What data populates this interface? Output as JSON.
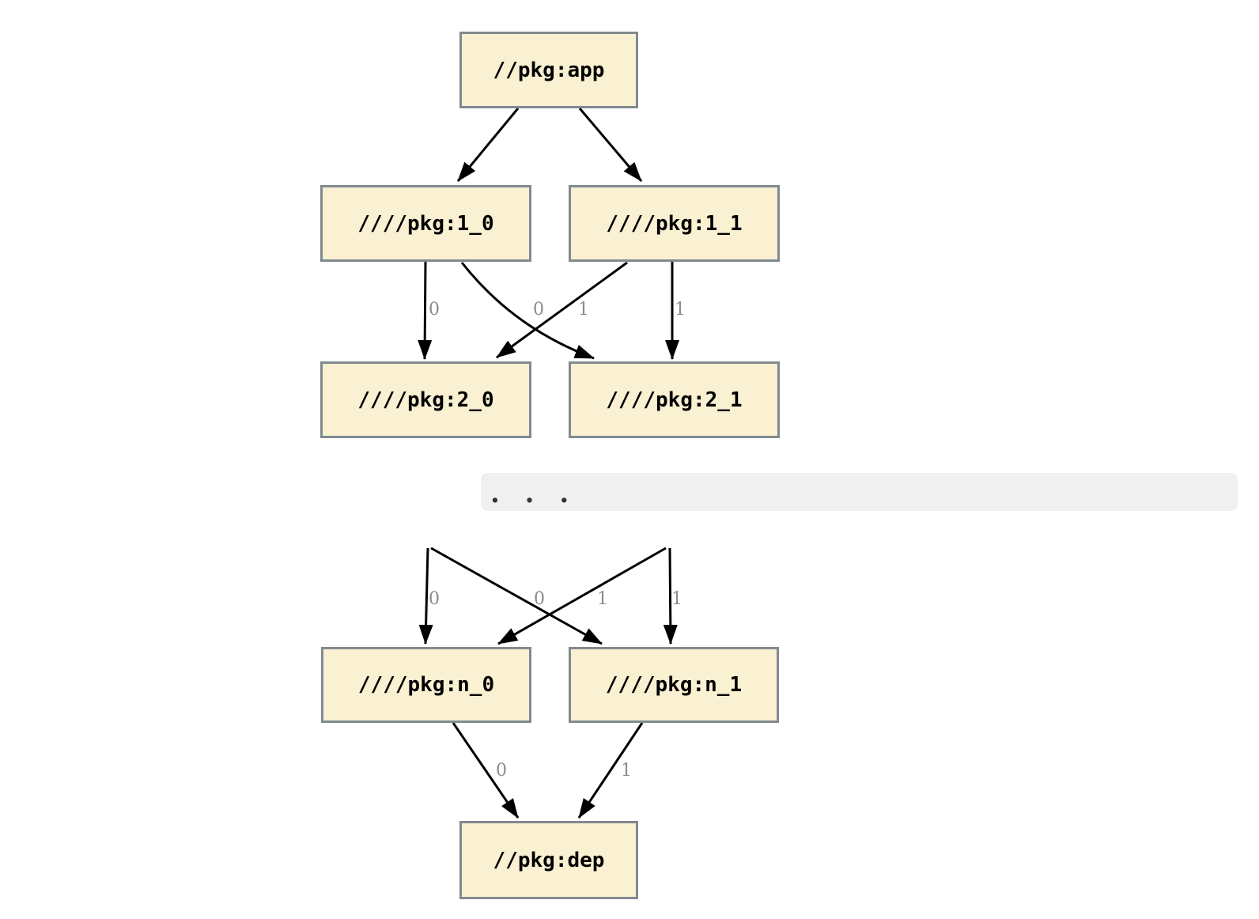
{
  "diagram": {
    "type": "dependency-graph",
    "description": "Package dependency graph from //pkg:app through layered packages down to //pkg:dep, with an elided middle section",
    "nodes": [
      {
        "id": "app",
        "label": "//pkg:app"
      },
      {
        "id": "1_0",
        "label": "////pkg:1_0"
      },
      {
        "id": "1_1",
        "label": "////pkg:1_1"
      },
      {
        "id": "2_0",
        "label": "////pkg:2_0"
      },
      {
        "id": "2_1",
        "label": "////pkg:2_1"
      },
      {
        "id": "n_0",
        "label": "////pkg:n_0"
      },
      {
        "id": "n_1",
        "label": "////pkg:n_1"
      },
      {
        "id": "dep",
        "label": "//pkg:dep"
      }
    ],
    "edges": [
      {
        "from": "//pkg:app",
        "to": "////pkg:1_0",
        "label": ""
      },
      {
        "from": "//pkg:app",
        "to": "////pkg:1_1",
        "label": ""
      },
      {
        "from": "////pkg:1_0",
        "to": "////pkg:2_0",
        "label": "0"
      },
      {
        "from": "////pkg:1_0",
        "to": "////pkg:2_1",
        "label": "0"
      },
      {
        "from": "////pkg:1_1",
        "to": "////pkg:2_0",
        "label": "1"
      },
      {
        "from": "////pkg:1_1",
        "to": "////pkg:2_1",
        "label": "1"
      },
      {
        "from": "...",
        "to": "////pkg:n_0",
        "label": "0"
      },
      {
        "from": "...",
        "to": "////pkg:n_1",
        "label": "0"
      },
      {
        "from": "...",
        "to": "////pkg:n_0",
        "label": "1"
      },
      {
        "from": "...",
        "to": "////pkg:n_1",
        "label": "1"
      },
      {
        "from": "////pkg:n_0",
        "to": "//pkg:dep",
        "label": "0"
      },
      {
        "from": "////pkg:n_1",
        "to": "//pkg:dep",
        "label": "1"
      }
    ],
    "separator": {
      "dots": ". . ."
    },
    "colors": {
      "node_fill": "#FAF0D2",
      "node_border": "#808A90",
      "edge": "#000000",
      "edge_label": "#8B8B8B",
      "separator_fill": "#F0F0F0",
      "background": "#FFFFFF"
    }
  }
}
